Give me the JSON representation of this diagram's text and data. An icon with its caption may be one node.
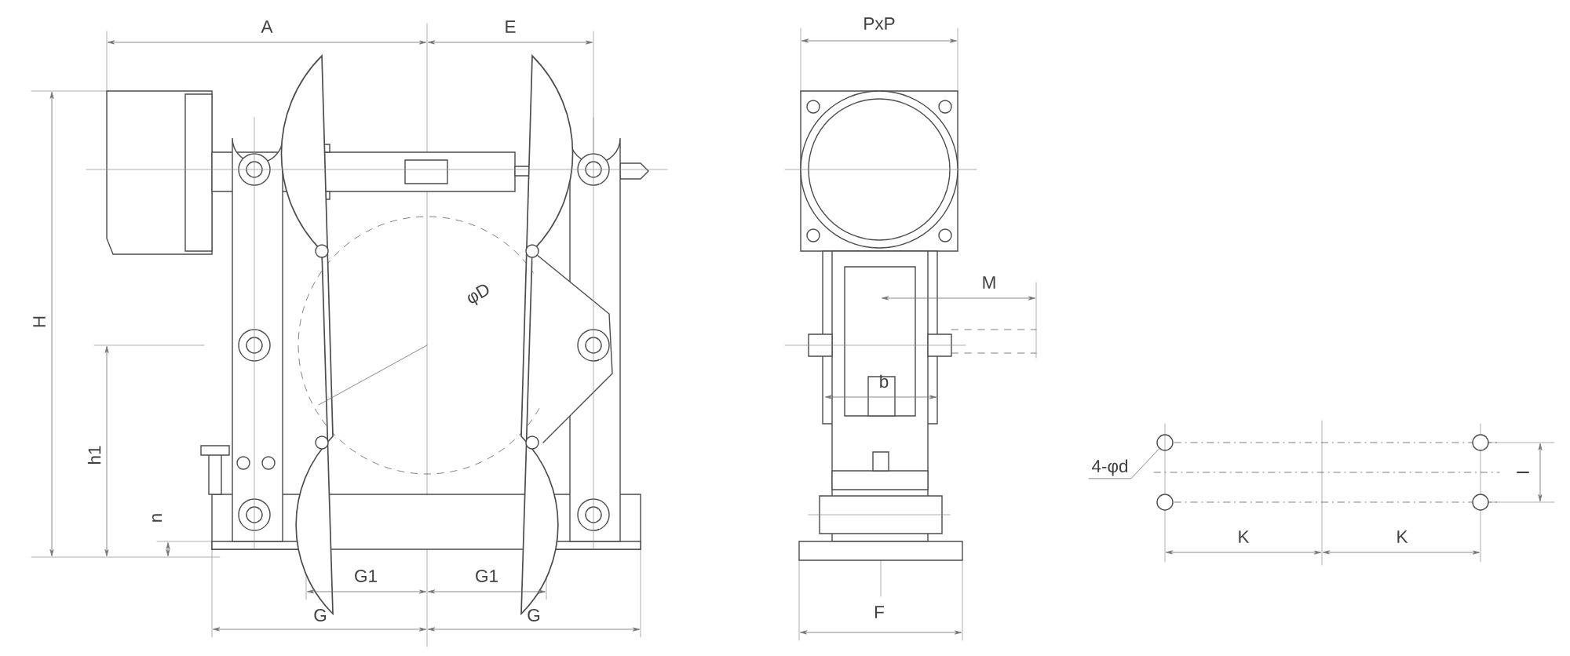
{
  "diagram": {
    "nodes": [
      {
        "text": [
          "4-φd"
        ]
      },
      {
        "text": [],
        "shape": "circle"
      }
    ],
    "edges": [
      {
        "from": 0,
        "to": 1,
        "arrow": "none"
      }
    ],
    "labels": [
      "A",
      "E",
      "PxP",
      "M",
      "H",
      "φD",
      "b",
      "h1",
      "I",
      "n",
      "K",
      "K",
      "G1",
      "G1",
      "G",
      "G",
      "F"
    ]
  }
}
